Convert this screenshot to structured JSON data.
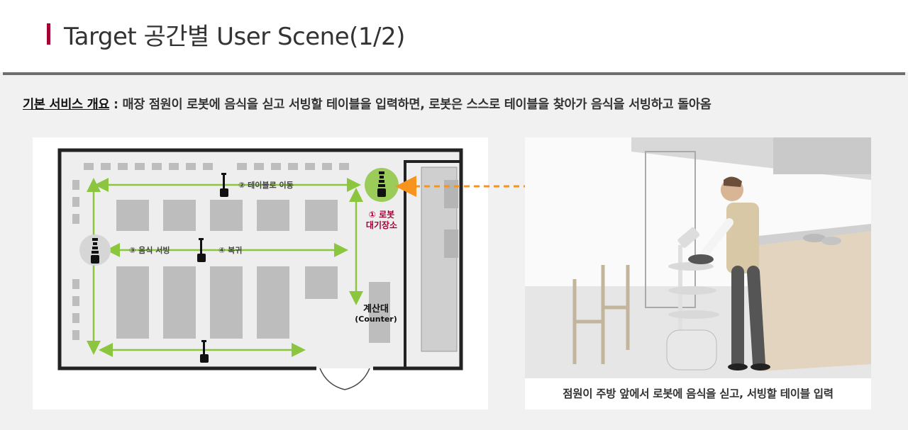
{
  "header": {
    "title": "Target 공간별 User Scene(1/2)",
    "accent_color": "#a50034"
  },
  "summary": {
    "label": "기본 서비스 개요",
    "separator": " : ",
    "text": "매장 점원이 로봇에 음식을 싣고 서빙할 테이블을 입력하면, 로봇은 스스로 테이블을 찾아가 음식을 서빙하고 돌아옴"
  },
  "floorplan": {
    "step1_line1": "① 로봇",
    "step1_line2": "대기장소",
    "step2": "② 테이블로 이동",
    "step3": "③ 음식 서빙",
    "step4": "④ 복귀",
    "counter_kr": "계산대",
    "counter_en": "(Counter)",
    "path_color": "#8cc63f",
    "link_color": "#f7941d"
  },
  "illustration": {
    "caption": "점원이 주방 앞에서 로봇에 음식을 싣고, 서빙할 테이블 입력"
  }
}
